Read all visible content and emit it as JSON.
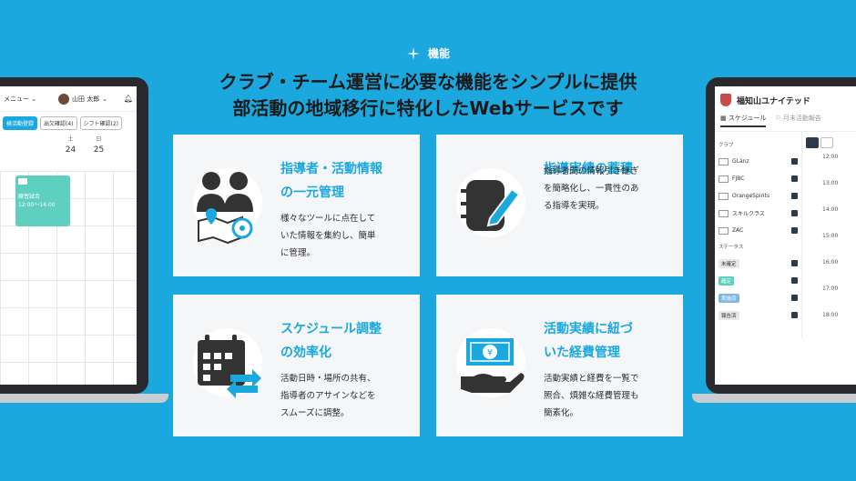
{
  "section_label": "機能",
  "headline": {
    "line1": "クラブ・チーム運営に必要な機能をシンプルに提供",
    "line2": "部活動の地域移行に特化したWebサービスです"
  },
  "cards": [
    {
      "title1": "指導者・活動情報",
      "title2": "の一元管理",
      "desc1": "様々なツールに点在して",
      "desc2": "いた情報を集約し、簡単",
      "desc3": "に管理。",
      "icon": "coaches-map-ball-icon"
    },
    {
      "title1": "指導実績の蓄積",
      "title2": "",
      "desc1": "指導者間の情報引き継ぎ",
      "desc2": "を簡略化し、一貫性のあ",
      "desc3": "る指導を実現。",
      "icon": "notebook-pen-icon"
    },
    {
      "title1": "スケジュール調整",
      "title2": "の効率化",
      "desc1": "活動日時・場所の共有、",
      "desc2": "指導者のアサインなどを",
      "desc3": "スムーズに調整。",
      "icon": "calendar-sync-icon"
    },
    {
      "title1": "活動実績に紐づ",
      "title2": "いた経費管理",
      "desc1": "活動実績と経費を一覧で",
      "desc2": "照合、煩雑な経費管理も",
      "desc3": "簡素化。",
      "icon": "money-hand-icon"
    }
  ],
  "left_screen": {
    "menu": "メニュー",
    "user": "山田 太郎",
    "buttons": [
      "検活動登録",
      "出欠確認(4)",
      "シフト確認(2)"
    ],
    "day_labels": [
      "",
      "土",
      "日"
    ],
    "day_nums": [
      "",
      "24",
      "25"
    ],
    "event_title": "練習試合",
    "event_time": "12:00〜14:00"
  },
  "right_screen": {
    "title": "福知山ユナイテッド",
    "tab_schedule": "スケジュール",
    "tab_report": "月末活動報告",
    "club_label": "クラブ",
    "clubs": [
      "GLänz",
      "FJBC",
      "OrangeSpirits",
      "スキルクラス",
      "ZAC"
    ],
    "status_label": "ステータス",
    "statuses": [
      "未確定",
      "確定",
      "実施済",
      "報告済"
    ],
    "times": [
      "12:00",
      "13:00",
      "14:00",
      "15:00",
      "16:00",
      "17:00",
      "18:00"
    ]
  },
  "colors": {
    "background": "#1AA8DF",
    "accent": "#1AA8DF",
    "card": "#f4f6f8",
    "teal": "#5fd0bf"
  }
}
